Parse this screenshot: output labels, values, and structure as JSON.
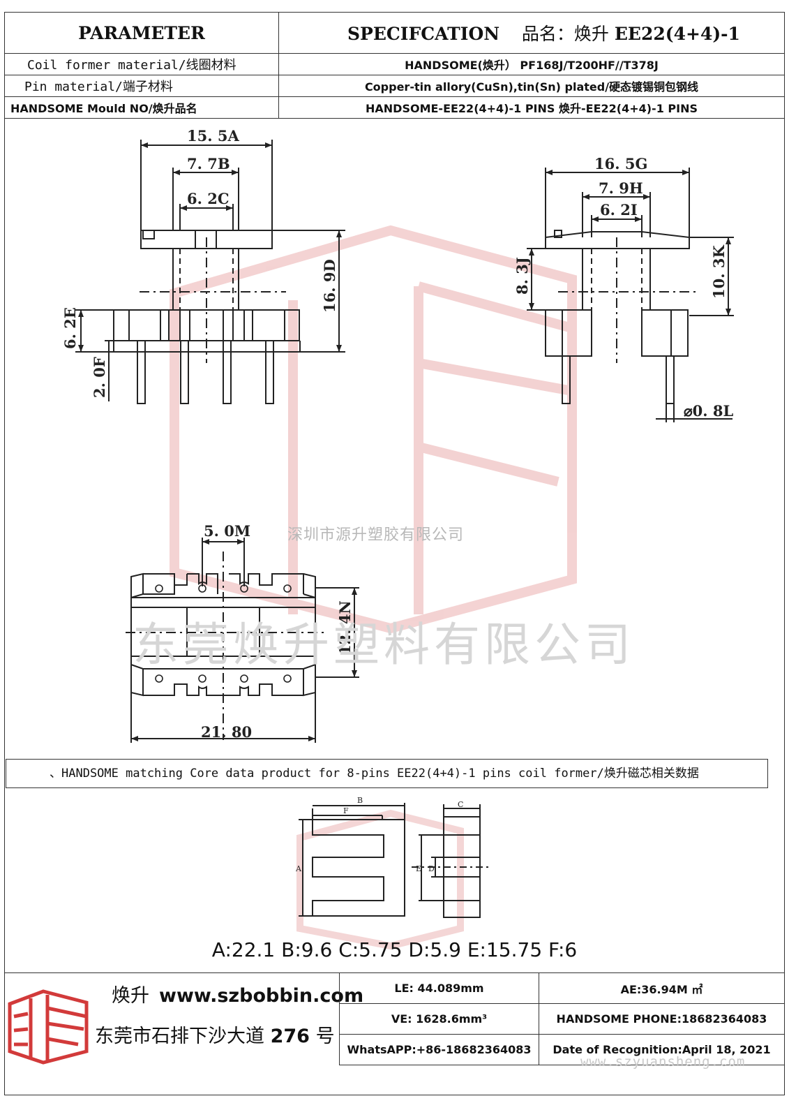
{
  "header": {
    "parameter_label": "PARAMETER",
    "spec_label": "SPECIFCATION",
    "product_name_label": "品名：焕升",
    "product_code": "EE22(4+4)-1"
  },
  "rows": [
    {
      "label": "Coil former material/线圈材料",
      "value": "HANDSOME(焕升） PF168J/T200HF//T378J"
    },
    {
      "label": "Pin material/端子材料",
      "value": "Copper-tin allory(CuSn),tin(Sn) plated/硬态镀锡铜包钢线"
    },
    {
      "label": "HANDSOME Mould NO/焕升品名",
      "value": "HANDSOME-EE22(4+4)-1 PINS    焕升-EE22(4+4)-1 PINS"
    }
  ],
  "drawing": {
    "dimensions": {
      "A": "15. 5A",
      "B": "7. 7B",
      "C": "6. 2C",
      "D": "16. 9D",
      "E": "6. 2E",
      "F": "2. 0F",
      "G": "16. 5G",
      "H": "7. 9H",
      "I": "6. 2I",
      "J": "8. 3J",
      "K": "10. 3K",
      "L": "⌀0. 8L",
      "M": "5. 0M",
      "N": "12. 4N",
      "O": "21. 80"
    },
    "watermark_small": "深圳市源升塑胶有限公司",
    "watermark_large": "东莞焕升塑料有限公司"
  },
  "core": {
    "title": "、HANDSOME matching Core data  product for 8-pins EE22(4+4)-1 pins coil former/焕升磁芯相关数据",
    "labels": {
      "A": "A",
      "B": "B",
      "C": "C",
      "D": "D",
      "E": "E",
      "F": "F"
    },
    "values_text": "A:22.1 B:9.6 C:5.75 D:5.9 E:15.75 F:6"
  },
  "footer": {
    "brand": "焕升",
    "url": "www.szbobbin.com",
    "address_prefix": "东莞市石排下沙大道",
    "address_number": "276",
    "address_suffix": "号",
    "le": "LE: 44.089mm",
    "ae": "AE:36.94M ㎡",
    "ve": "VE: 1628.6mm³",
    "phone": "HANDSOME PHONE:18682364083",
    "whatsapp": "WhatsAPP:+86-18682364083",
    "date": "Date of Recognition:April 18, 2021",
    "site_watermark": "www.szyuansheng.com"
  },
  "colors": {
    "watermark_red": "#e8a8a8",
    "line": "#222222",
    "logo_red": "#d23a3a"
  }
}
